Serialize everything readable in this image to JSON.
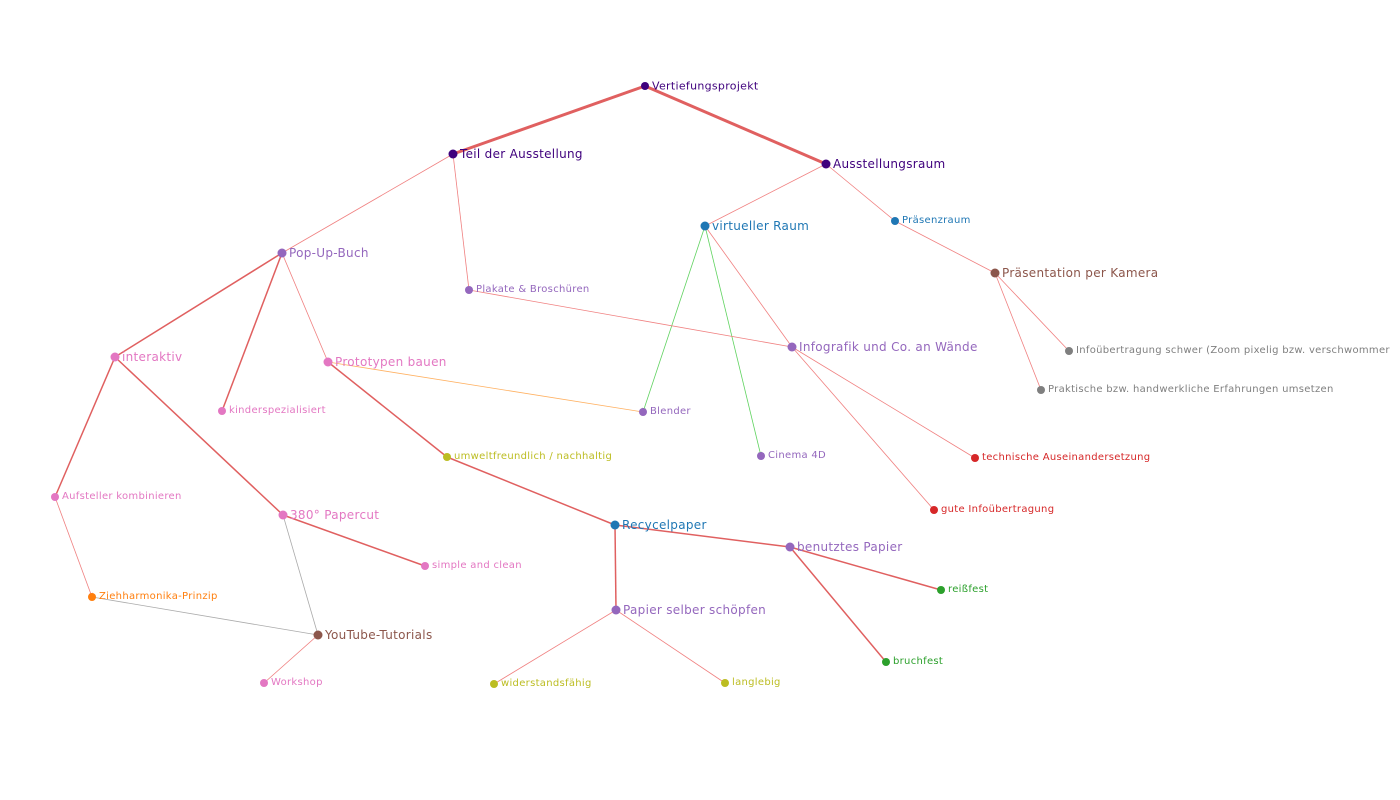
{
  "graph": {
    "nodes": [
      {
        "id": "n0",
        "label": "Vertiefungsprojekt",
        "color": "#3f007d"
      },
      {
        "id": "n1",
        "label": "Teil der Ausstellung",
        "color": "#3f007d"
      },
      {
        "id": "n2",
        "label": "Ausstellungsraum",
        "color": "#3f007d"
      },
      {
        "id": "n3",
        "label": "virtueller Raum",
        "color": "#1f77b4"
      },
      {
        "id": "n4",
        "label": "Präsenzraum",
        "color": "#1f77b4"
      },
      {
        "id": "n5",
        "label": "Präsentation per Kamera",
        "color": "#8c564b"
      },
      {
        "id": "n6",
        "label": "Infoübertragung schwer (Zoom pixelig bzw. verschwommer",
        "color": "#7f7f7f"
      },
      {
        "id": "n7",
        "label": "Praktische bzw. handwerkliche Erfahrungen umsetzen",
        "color": "#7f7f7f"
      },
      {
        "id": "n8",
        "label": "Pop-Up-Buch",
        "color": "#9467bd"
      },
      {
        "id": "n9",
        "label": "Plakate & Broschüren",
        "color": "#9467bd"
      },
      {
        "id": "n10",
        "label": "Infografik und Co. an Wände",
        "color": "#9467bd"
      },
      {
        "id": "n11",
        "label": "interaktiv",
        "color": "#e377c2"
      },
      {
        "id": "n12",
        "label": "Prototypen bauen",
        "color": "#e377c2"
      },
      {
        "id": "n13",
        "label": "kinderspezialisiert",
        "color": "#e377c2"
      },
      {
        "id": "n14",
        "label": "Blender",
        "color": "#9467bd"
      },
      {
        "id": "n15",
        "label": "Cinema 4D",
        "color": "#9467bd"
      },
      {
        "id": "n16",
        "label": "umweltfreundlich / nachhaltig",
        "color": "#bcbd22"
      },
      {
        "id": "n17",
        "label": "technische Auseinandersetzung",
        "color": "#d62728"
      },
      {
        "id": "n18",
        "label": "gute Infoübertragung",
        "color": "#d62728"
      },
      {
        "id": "n19",
        "label": "Aufsteller kombinieren",
        "color": "#e377c2"
      },
      {
        "id": "n20",
        "label": "380° Papercut",
        "color": "#e377c2"
      },
      {
        "id": "n21",
        "label": "Recycelpaper",
        "color": "#1f77b4"
      },
      {
        "id": "n22",
        "label": "benutztes Papier",
        "color": "#9467bd"
      },
      {
        "id": "n23",
        "label": "simple and clean",
        "color": "#e377c2"
      },
      {
        "id": "n24",
        "label": "reißfest",
        "color": "#2ca02c"
      },
      {
        "id": "n25",
        "label": "Ziehharmonika-Prinzip",
        "color": "#ff7f0e"
      },
      {
        "id": "n26",
        "label": "Papier selber schöpfen",
        "color": "#9467bd"
      },
      {
        "id": "n27",
        "label": "YouTube-Tutorials",
        "color": "#8c564b"
      },
      {
        "id": "n28",
        "label": "bruchfest",
        "color": "#2ca02c"
      },
      {
        "id": "n29",
        "label": "Workshop",
        "color": "#e377c2"
      },
      {
        "id": "n30",
        "label": "widerstandsfähig",
        "color": "#bcbd22"
      },
      {
        "id": "n31",
        "label": "langlebig",
        "color": "#bcbd22"
      }
    ],
    "edges": [
      [
        "n0",
        "n1"
      ],
      [
        "n0",
        "n2"
      ],
      [
        "n1",
        "n8"
      ],
      [
        "n1",
        "n9"
      ],
      [
        "n2",
        "n3"
      ],
      [
        "n2",
        "n4"
      ],
      [
        "n4",
        "n5"
      ],
      [
        "n5",
        "n6"
      ],
      [
        "n5",
        "n7"
      ],
      [
        "n3",
        "n14"
      ],
      [
        "n3",
        "n15"
      ],
      [
        "n3",
        "n10"
      ],
      [
        "n9",
        "n10"
      ],
      [
        "n10",
        "n17"
      ],
      [
        "n10",
        "n18"
      ],
      [
        "n8",
        "n11"
      ],
      [
        "n8",
        "n13"
      ],
      [
        "n8",
        "n12"
      ],
      [
        "n12",
        "n14"
      ],
      [
        "n12",
        "n16"
      ],
      [
        "n11",
        "n19"
      ],
      [
        "n11",
        "n20"
      ],
      [
        "n19",
        "n25"
      ],
      [
        "n20",
        "n23"
      ],
      [
        "n20",
        "n27"
      ],
      [
        "n25",
        "n27"
      ],
      [
        "n27",
        "n29"
      ],
      [
        "n16",
        "n21"
      ],
      [
        "n21",
        "n22"
      ],
      [
        "n21",
        "n26"
      ],
      [
        "n22",
        "n24"
      ],
      [
        "n22",
        "n28"
      ],
      [
        "n26",
        "n30"
      ],
      [
        "n26",
        "n31"
      ]
    ]
  }
}
